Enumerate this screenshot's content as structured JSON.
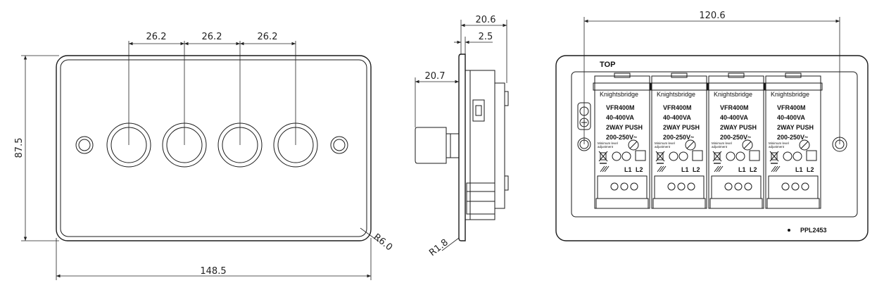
{
  "front_view": {
    "dim_width": "148.5",
    "dim_height": "87.5",
    "dim_pitch_1": "26.2",
    "dim_pitch_2": "26.2",
    "dim_pitch_3": "26.2",
    "dim_corner_radius": "R6.0"
  },
  "side_view": {
    "dim_total_depth": "20.6",
    "dim_plate_thickness": "2.5",
    "dim_knob_projection": "20.7",
    "dim_edge_radius": "R1.8"
  },
  "rear_view": {
    "dim_fixing_centres": "120.6",
    "top_label": "TOP",
    "part_number": "PPL2453",
    "module": {
      "brand": "Knightsbridge",
      "model": "VFR400M",
      "rating": "40-400VA",
      "mode": "2WAY PUSH",
      "voltage": "200-250V~",
      "min_level_line1": "Minimum level",
      "min_level_line2": "adjustment",
      "terminal_l1": "L1",
      "terminal_l2": "L2"
    },
    "module_count": 4
  }
}
